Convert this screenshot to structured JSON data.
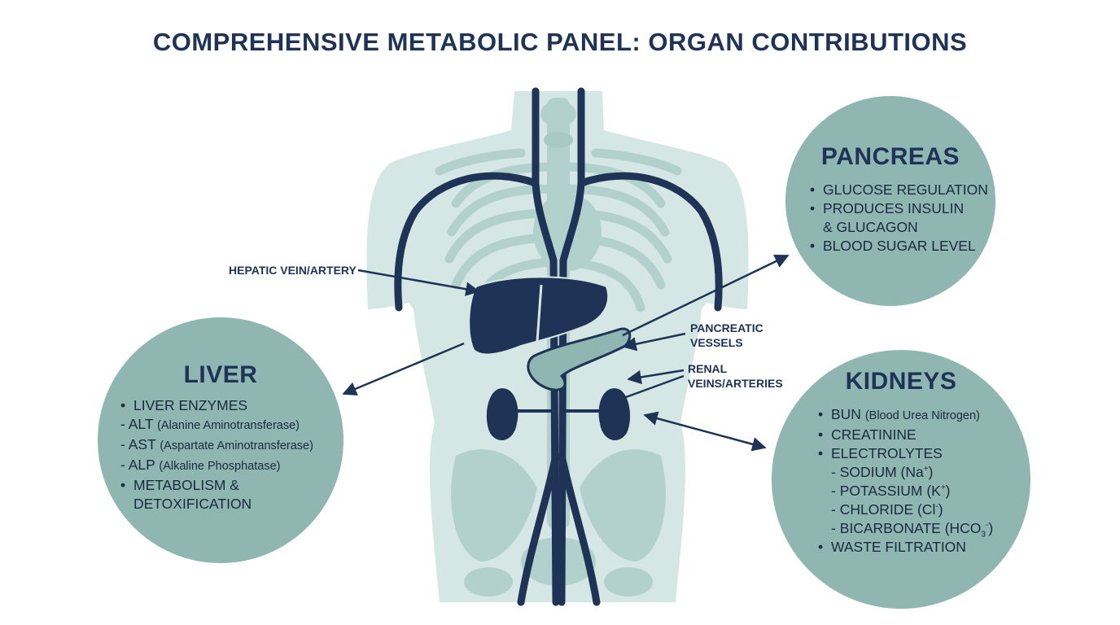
{
  "title": "COMPREHENSIVE METABOLIC PANEL: ORGAN CONTRIBUTIONS",
  "colors": {
    "navy": "#1e3356",
    "teal_circle": "#8fb6b1",
    "body_light": "#d5e7e4",
    "body_mid": "#b3d1cc"
  },
  "labels": {
    "hepatic": "HEPATIC VEIN/ARTERY",
    "pancreatic_line1": "PANCREATIC",
    "pancreatic_line2": "VESSELS",
    "renal_line1": "RENAL",
    "renal_line2": "VEINS/ARTERIES"
  },
  "pancreas": {
    "heading": "PANCREAS",
    "items": [
      "GLUCOSE REGULATION",
      "PRODUCES INSULIN",
      "& GLUCAGON",
      "BLOOD SUGAR LEVEL"
    ]
  },
  "liver": {
    "heading": "LIVER",
    "items": [
      {
        "main": "LIVER ENZYMES"
      },
      {
        "main": "- ALT",
        "detail": "(Alanine Aminotransferase)"
      },
      {
        "main": "- AST",
        "detail": "(Aspartate Aminotransferase)"
      },
      {
        "main": "- ALP",
        "detail": "(Alkaline Phosphatase)"
      },
      {
        "main": "METABOLISM &"
      },
      {
        "main": "DETOXIFICATION"
      }
    ]
  },
  "kidneys": {
    "heading": "KIDNEYS",
    "items": [
      {
        "main": "BUN",
        "detail": "(Blood Urea Nitrogen)"
      },
      {
        "main": "CREATININE"
      },
      {
        "main": "ELECTROLYTES"
      },
      {
        "main": "- SODIUM (Na",
        "sup": "+",
        "tail": ")"
      },
      {
        "main": "- POTASSIUM (K",
        "sup": "+",
        "tail": ")"
      },
      {
        "main": "- CHLORIDE (Cl",
        "sup": "-",
        "tail": ")"
      },
      {
        "main": "- BICARBONATE (HCO",
        "sub": "3",
        "sup": "-",
        "tail": ")"
      },
      {
        "main": "WASTE FILTRATION"
      }
    ]
  }
}
